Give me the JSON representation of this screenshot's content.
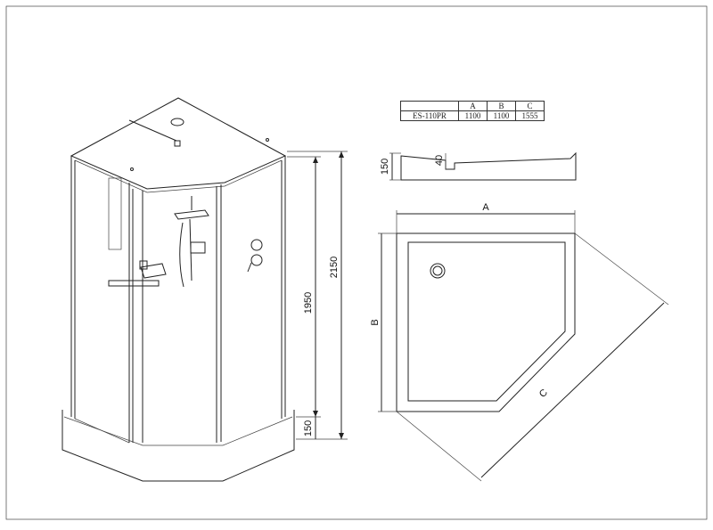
{
  "spec_table": {
    "headers": [
      "",
      "A",
      "B",
      "C"
    ],
    "rows": [
      {
        "model": "ES-110PR",
        "a": "1100",
        "b": "1100",
        "c": "1555"
      }
    ]
  },
  "dimensions": {
    "total_height": "2150",
    "door_height": "1950",
    "tray_height": "150",
    "tray_profile_height": "150",
    "tray_profile_step": "40",
    "tray_width_label": "A",
    "tray_depth_label": "B",
    "tray_diagonal_label": "C"
  }
}
